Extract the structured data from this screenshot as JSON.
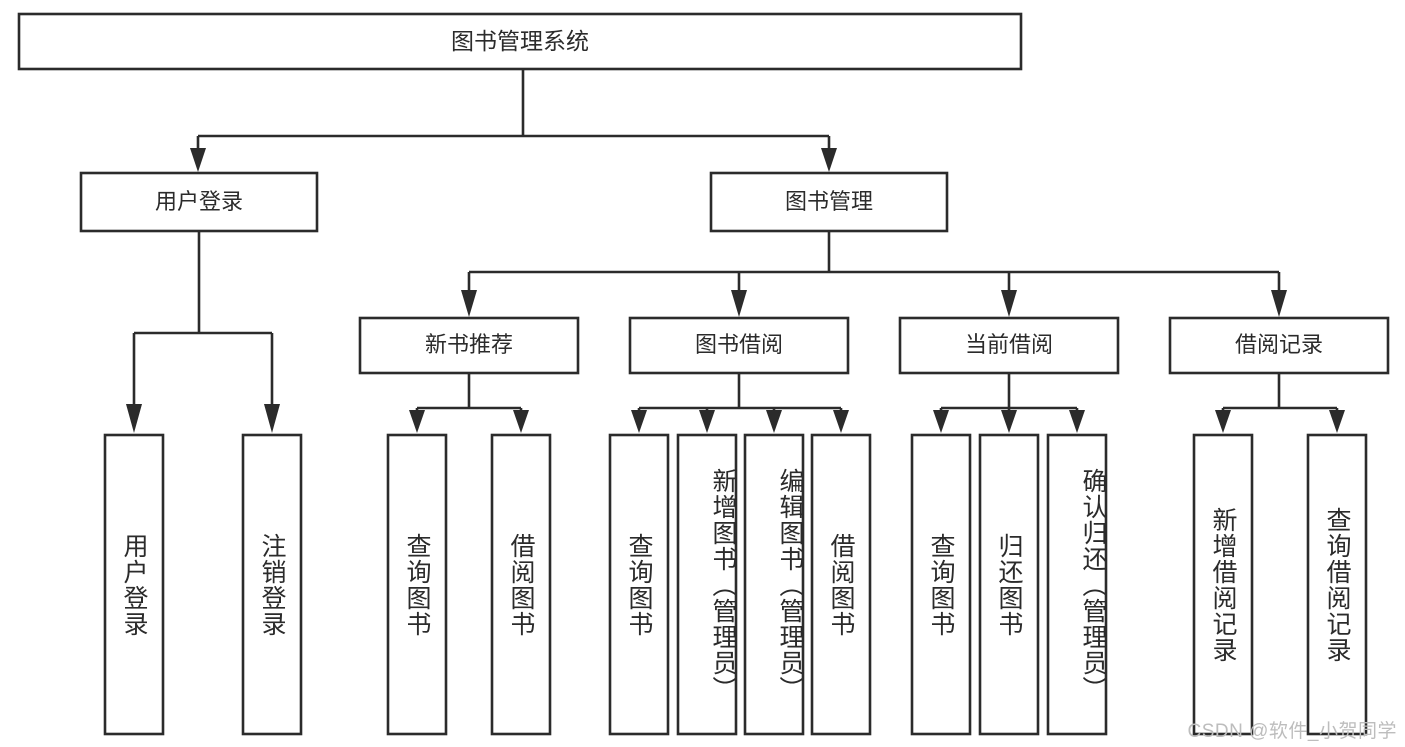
{
  "diagram": {
    "title": "图书管理系统",
    "type": "tree-hierarchy",
    "root": {
      "label": "图书管理系统"
    },
    "level2": [
      {
        "id": "user-login",
        "label": "用户登录"
      },
      {
        "id": "book-management",
        "label": "图书管理"
      }
    ],
    "level3": [
      {
        "id": "new-book-recommend",
        "label": "新书推荐"
      },
      {
        "id": "book-borrow",
        "label": "图书借阅"
      },
      {
        "id": "current-borrow",
        "label": "当前借阅"
      },
      {
        "id": "borrow-record",
        "label": "借阅记录"
      }
    ],
    "leaves": {
      "user_login": [
        {
          "id": "leaf-user-login",
          "label": "用户登录"
        },
        {
          "id": "leaf-logout-login",
          "label": "注销登录"
        }
      ],
      "new_book_recommend": [
        {
          "id": "leaf-query-book-1",
          "label": "查询图书"
        },
        {
          "id": "leaf-borrow-book-1",
          "label": "借阅图书"
        }
      ],
      "book_borrow": [
        {
          "id": "leaf-query-book-2",
          "label": "查询图书"
        },
        {
          "id": "leaf-add-book",
          "label": "新增图书（管理员）"
        },
        {
          "id": "leaf-edit-book",
          "label": "编辑图书（管理员）"
        },
        {
          "id": "leaf-borrow-book-2",
          "label": "借阅图书"
        }
      ],
      "current_borrow": [
        {
          "id": "leaf-query-book-3",
          "label": "查询图书"
        },
        {
          "id": "leaf-return-book",
          "label": "归还图书"
        },
        {
          "id": "leaf-confirm-return",
          "label": "确认归还（管理员）"
        }
      ],
      "borrow_record": [
        {
          "id": "leaf-add-record",
          "label": "新增借阅记录"
        },
        {
          "id": "leaf-query-record",
          "label": "查询借阅记录"
        }
      ]
    }
  },
  "watermark": {
    "text": "CSDN @软件_小贺同学"
  },
  "colors": {
    "stroke": "#2b2b2b",
    "fill": "#ffffff",
    "text": "#2b2b2b",
    "watermark": "#bdbdbd"
  }
}
